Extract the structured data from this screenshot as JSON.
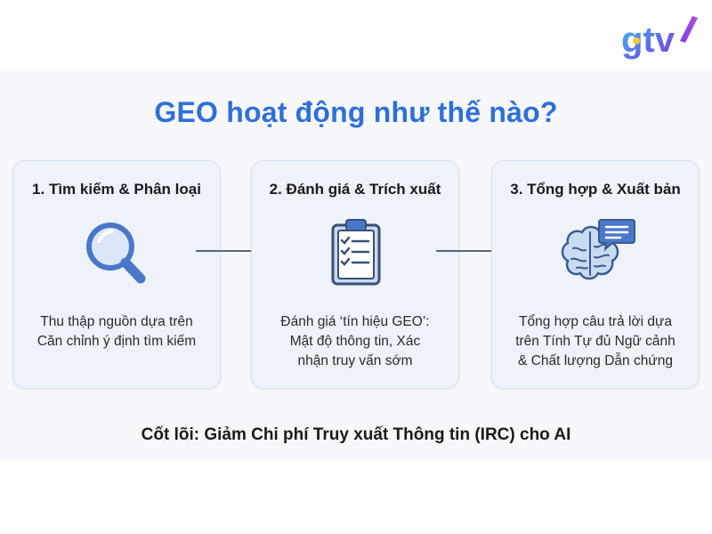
{
  "brand": {
    "logo_text": "gtv",
    "colors": {
      "gradient_start": "#7b3fe4",
      "gradient_end": "#3cc4f0"
    }
  },
  "title": "GEO hoạt động như thế nào?",
  "steps": [
    {
      "title": "1. Tìm kiếm & Phân loại",
      "icon": "magnifier-icon",
      "desc": [
        "Thu thập nguồn dựa trên",
        "Căn chỉnh ý định tìm kiếm"
      ]
    },
    {
      "title": "2. Đánh giá & Trích xuất",
      "icon": "clipboard-checklist-icon",
      "desc": [
        "Đánh giá ‘tín hiệu GEO’:",
        "Mật độ thông tin, Xác",
        "nhận truy vấn sớm"
      ]
    },
    {
      "title": "3. Tổng hợp & Xuất bản",
      "icon": "brain-chat-icon",
      "desc": [
        "Tổng hợp câu trả lời dựa",
        "trên Tính Tự đủ Ngữ cảnh",
        "& Chất lượng Dẫn chứng"
      ]
    }
  ],
  "footer": "Cốt lõi: Giảm Chi phí Truy xuất Thông tin (IRC) cho AI",
  "colors": {
    "title": "#2f6fd8",
    "icon_blue": "#4a78c9",
    "icon_fill": "#c9daf3",
    "arrow": "#59657a"
  }
}
